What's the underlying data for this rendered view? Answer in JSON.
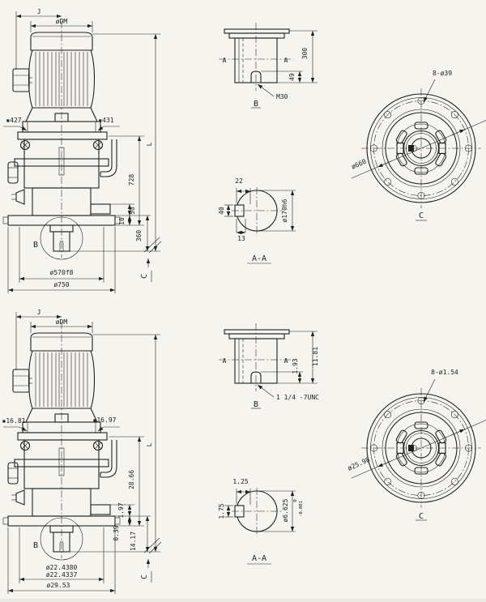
{
  "colors": {
    "paper": "#f6f4ef",
    "ink": "#20201e"
  },
  "views": {
    "top": {
      "assembly": {
        "j": "J",
        "dm": "øDM",
        "width_left": "▪427",
        "width_right": "▪431",
        "overall_height": "L",
        "housing_height": "728",
        "step_height": "50",
        "plate_thickness": "10",
        "shaft_extension": "360",
        "spigot_dia": "ø570f8",
        "base_dia": "ø750",
        "detail_label": "B",
        "view_label": "C"
      },
      "shaft_detail": {
        "section_left": "A",
        "section_right": "A",
        "length": "300",
        "tap_depth": "49",
        "thread": "M30",
        "label": "B"
      },
      "shaft_section": {
        "key_width": "22",
        "key_height": "40",
        "key_offset": "13",
        "shaft_dia": "ø170h6",
        "label": "A-A"
      },
      "flange_view": {
        "holes": "8-ø39",
        "bolt_circle": "ø660",
        "label": "C"
      }
    },
    "bottom": {
      "assembly": {
        "j": "J",
        "dm": "øDM",
        "width_left": "▪16.81",
        "width_right": "▪16.97",
        "overall_height": "L",
        "housing_height": "28.66",
        "step_height": "1.97",
        "plate_thickness": "0.39",
        "shaft_extension": "14.17",
        "spigot_dia_upper": "ø22.4380",
        "spigot_dia_lower": "ø22.4337",
        "base_dia": "ø29.53",
        "detail_label": "B",
        "view_label": "C"
      },
      "shaft_detail": {
        "section_left": "A",
        "section_right": "A",
        "length": "11.81",
        "tap_depth": "1.93",
        "thread": "1 1/4 -7UNC",
        "label": "B"
      },
      "shaft_section": {
        "key_width": "1.25",
        "key_height": "1.75",
        "shaft_dia": "ø6.625",
        "tol_upper": "0",
        "tol_lower": "-0.001",
        "label": "A-A"
      },
      "flange_view": {
        "holes": "8-ø1.54",
        "bolt_circle": "ø25.98",
        "label": "C"
      }
    }
  }
}
